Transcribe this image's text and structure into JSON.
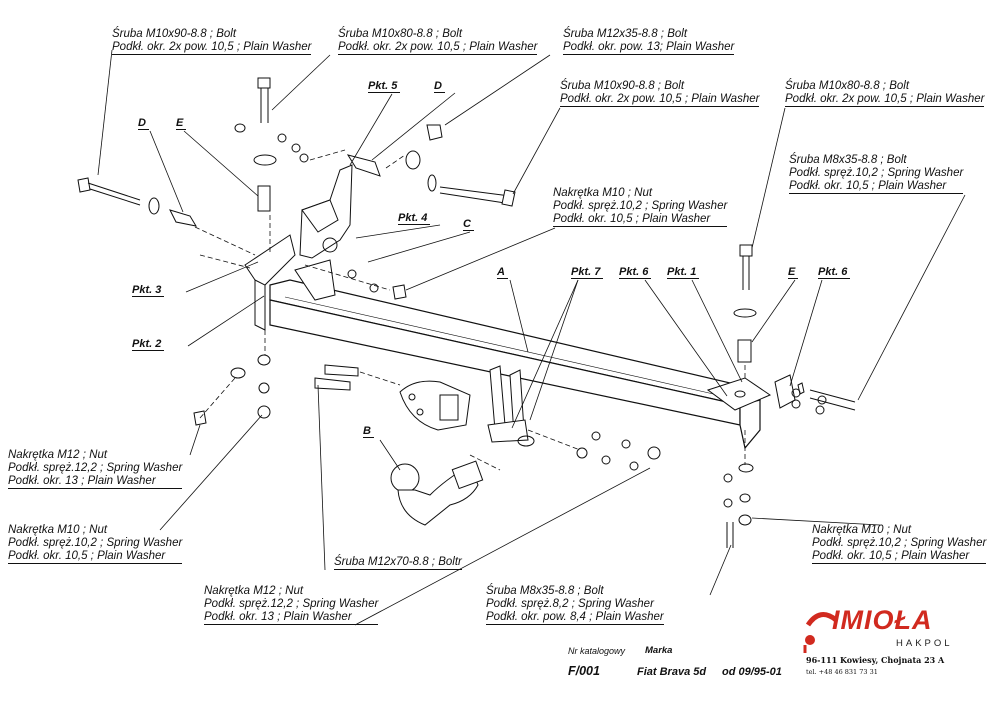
{
  "labels": {
    "bolt_m10x90_left": [
      "Śruba M10x90-8.8 ;  Bolt",
      "Podkł. okr. 2x pow. 10,5 ; Plain Washer"
    ],
    "bolt_m10x80_top": [
      "Śruba M10x80-8.8 ;  Bolt",
      "Podkł. okr. 2x pow. 10,5 ; Plain Washer"
    ],
    "bolt_m12x35": [
      "Śruba M12x35-8.8 ;  Bolt",
      "Podkł. okr. pow. 13; Plain Washer"
    ],
    "bolt_m10x90_mid": [
      "Śruba M10x90-8.8 ;  Bolt",
      "Podkł. okr. 2x pow. 10,5 ; Plain Washer"
    ],
    "bolt_m10x80_right": [
      "Śruba M10x80-8.8 ;  Bolt",
      "Podkł. okr. 2x pow. 10,5 ; Plain Washer"
    ],
    "bolt_m8x35_right": [
      "Śruba M8x35-8.8 ;  Bolt",
      "Podkł. spręż.10,2 ; Spring Washer",
      "Podkł. okr. 10,5 ; Plain Washer"
    ],
    "nut_m10_center": [
      "Nakrętka  M10 ; Nut",
      "Podkł. spręż.10,2 ; Spring Washer",
      "Podkł. okr. 10,5 ; Plain Washer"
    ],
    "nut_m12_left": [
      "Nakrętka  M12 ; Nut",
      "Podkł. spręż.12,2 ; Spring Washer",
      "Podkł. okr. 13 ; Plain Washer"
    ],
    "nut_m10_left": [
      "Nakrętka  M10 ; Nut",
      "Podkł. spręż.10,2 ; Spring Washer",
      "Podkł. okr. 10,5 ; Plain Washer"
    ],
    "nut_m10_right": [
      "Nakrętka  M10 ; Nut",
      "Podkł. spręż.10,2 ; Spring Washer",
      "Podkł. okr. 10,5 ; Plain Washer"
    ],
    "nut_m12_bottom": [
      "Nakrętka  M12 ; Nut",
      "Podkł. spręż.12,2 ; Spring Washer",
      "Podkł. okr. 13 ; Plain Washer"
    ],
    "bolt_m12x70": [
      "Śruba M12x70-8.8 ;  Boltr"
    ],
    "bolt_m8x35_bottom": [
      "Śruba M8x35-8.8 ;  Bolt",
      "Podkł. spręż.8,2 ; Spring Washer",
      "Podkł. okr. pow. 8,4 ; Plain Washer"
    ]
  },
  "tags": {
    "pkt5": "Pkt. 5",
    "d_top": "D",
    "d_left": "D",
    "e_left": "E",
    "pkt4": "Pkt. 4",
    "c": "C",
    "pkt3": "Pkt. 3",
    "pkt2": "Pkt. 2",
    "a": "A",
    "pkt7": "Pkt. 7",
    "pkt6_mid": "Pkt. 6",
    "pkt1": "Pkt. 1",
    "e_right": "E",
    "pkt6_right": "Pkt. 6",
    "b": "B"
  },
  "footer": {
    "catalog_label": "Nr katalogowy",
    "brand_label": "Marka",
    "catalog_number": "F/001",
    "model": "Fiat Brava 5d",
    "date_range": "od 09/95-01",
    "company_name": "IMIOŁA",
    "company_sub": "HAKPOL",
    "address": "96-111 Kowiesy, Chojnata 23 A",
    "phone": "tel. +48 46 831 73 31",
    "brand_color": "#d12a1f"
  }
}
